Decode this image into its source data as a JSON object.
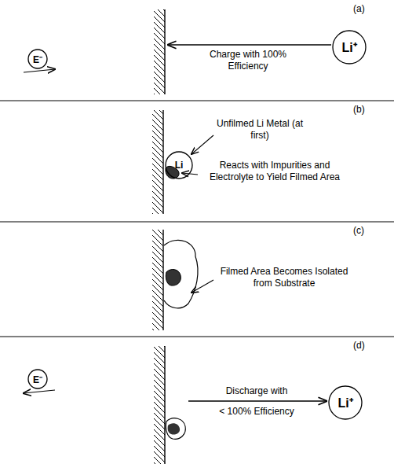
{
  "diagram": {
    "nodes": [
      {
        "text": [
          "E⁻"
        ]
      },
      {
        "text": [
          "Li⁺"
        ]
      },
      {
        "text": [
          "Li"
        ]
      },
      {
        "text": [
          "Li⁺"
        ]
      },
      {
        "text": [
          "E⁻"
        ]
      }
    ],
    "labels": [
      "(a)",
      "Charge with 100% Efficiency",
      "(b)",
      "Unfilmed Li Metal (at first)",
      "Reacts with Impurities and Electrolyte to Yield Filmed Area",
      "(c)",
      "Filmed Area Becomes Isolated from Substrate",
      "(d)",
      "Discharge with",
      "< 100% Efficiency"
    ]
  }
}
